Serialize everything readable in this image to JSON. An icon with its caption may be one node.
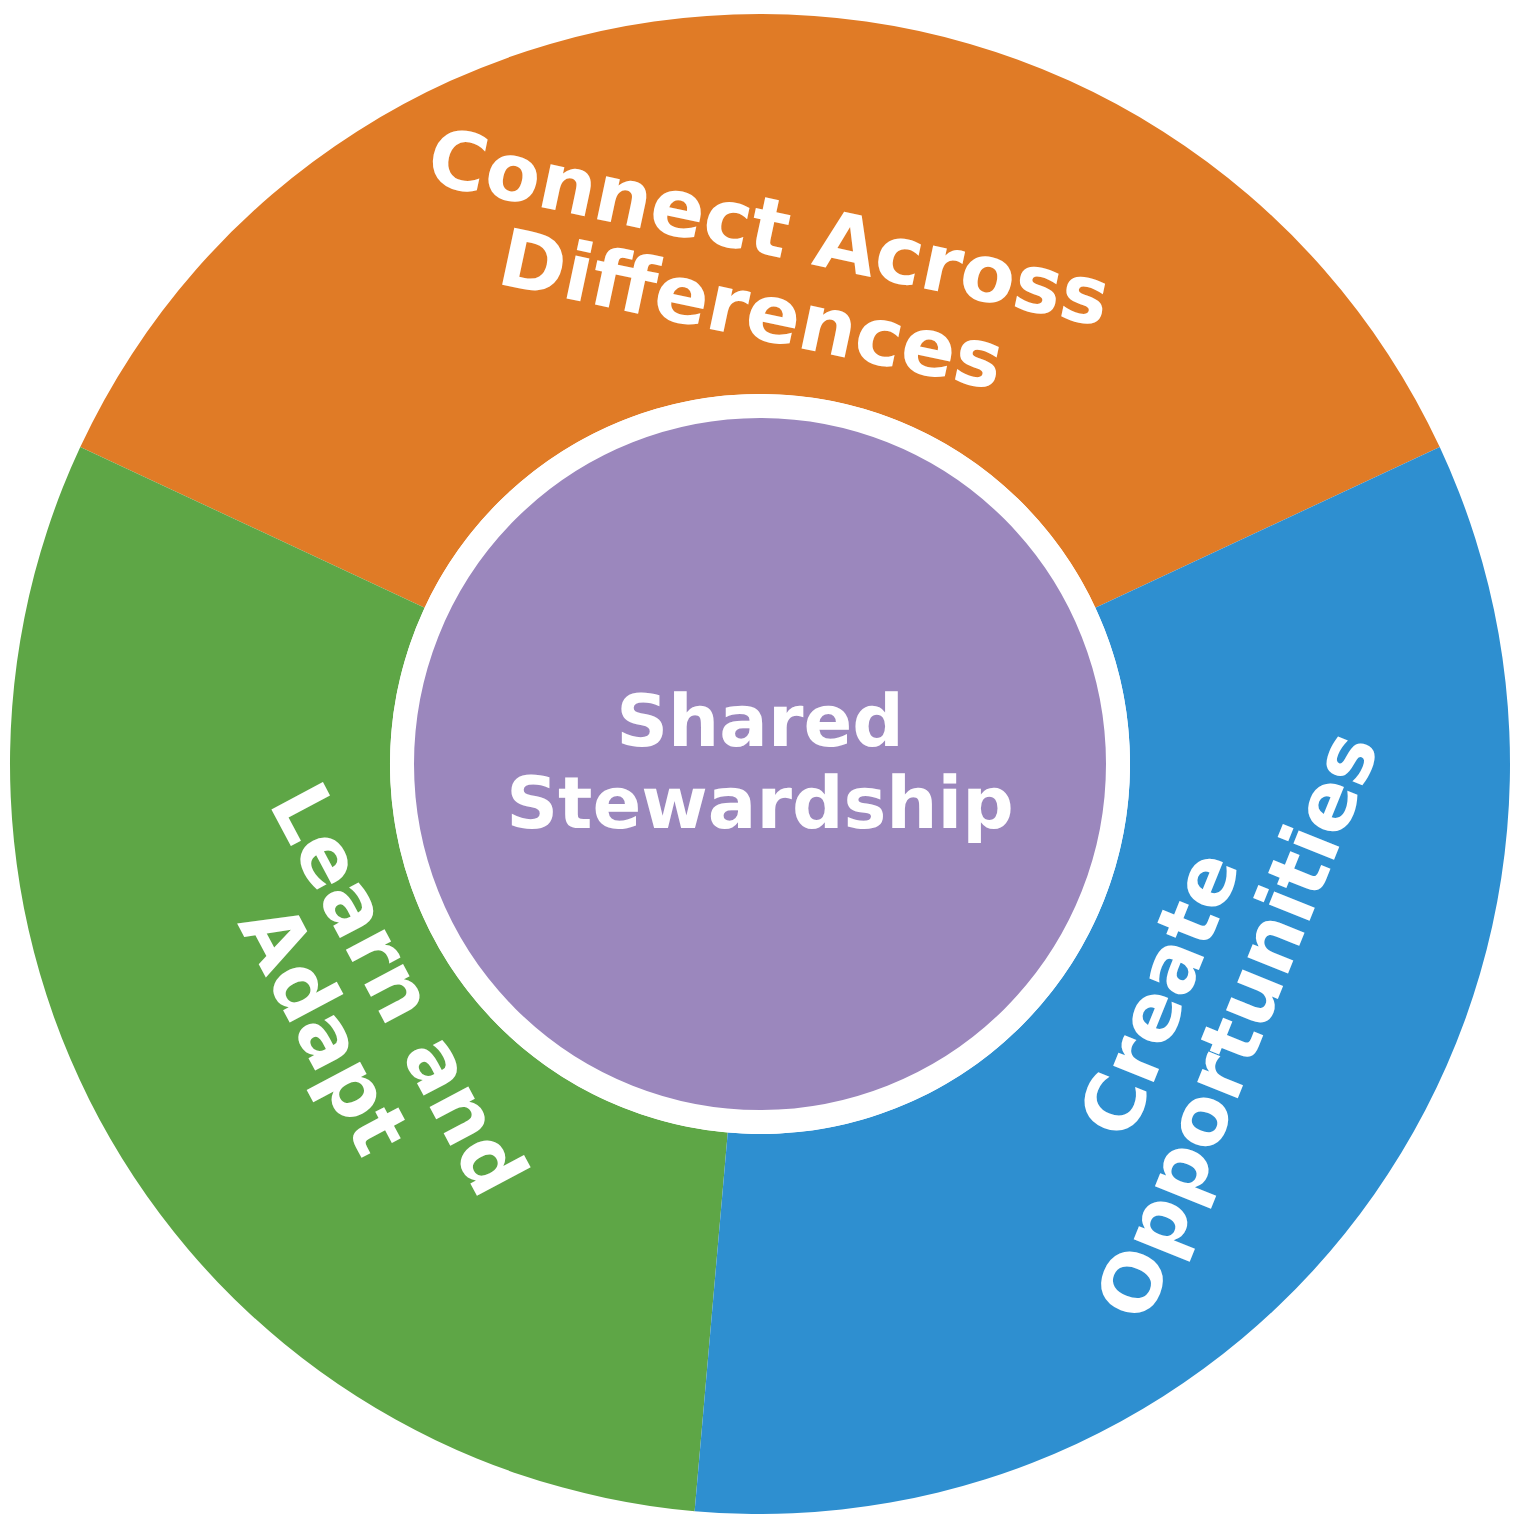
{
  "diagram": {
    "nodes": [
      {
        "text": [
          "Connect Across Differences"
        ]
      },
      {
        "text": [
          "Shared Stewardship"
        ]
      },
      {
        "text": [
          "Learn and Adapt"
        ]
      },
      {
        "text": [
          "Create Opportunities"
        ]
      }
    ]
  }
}
